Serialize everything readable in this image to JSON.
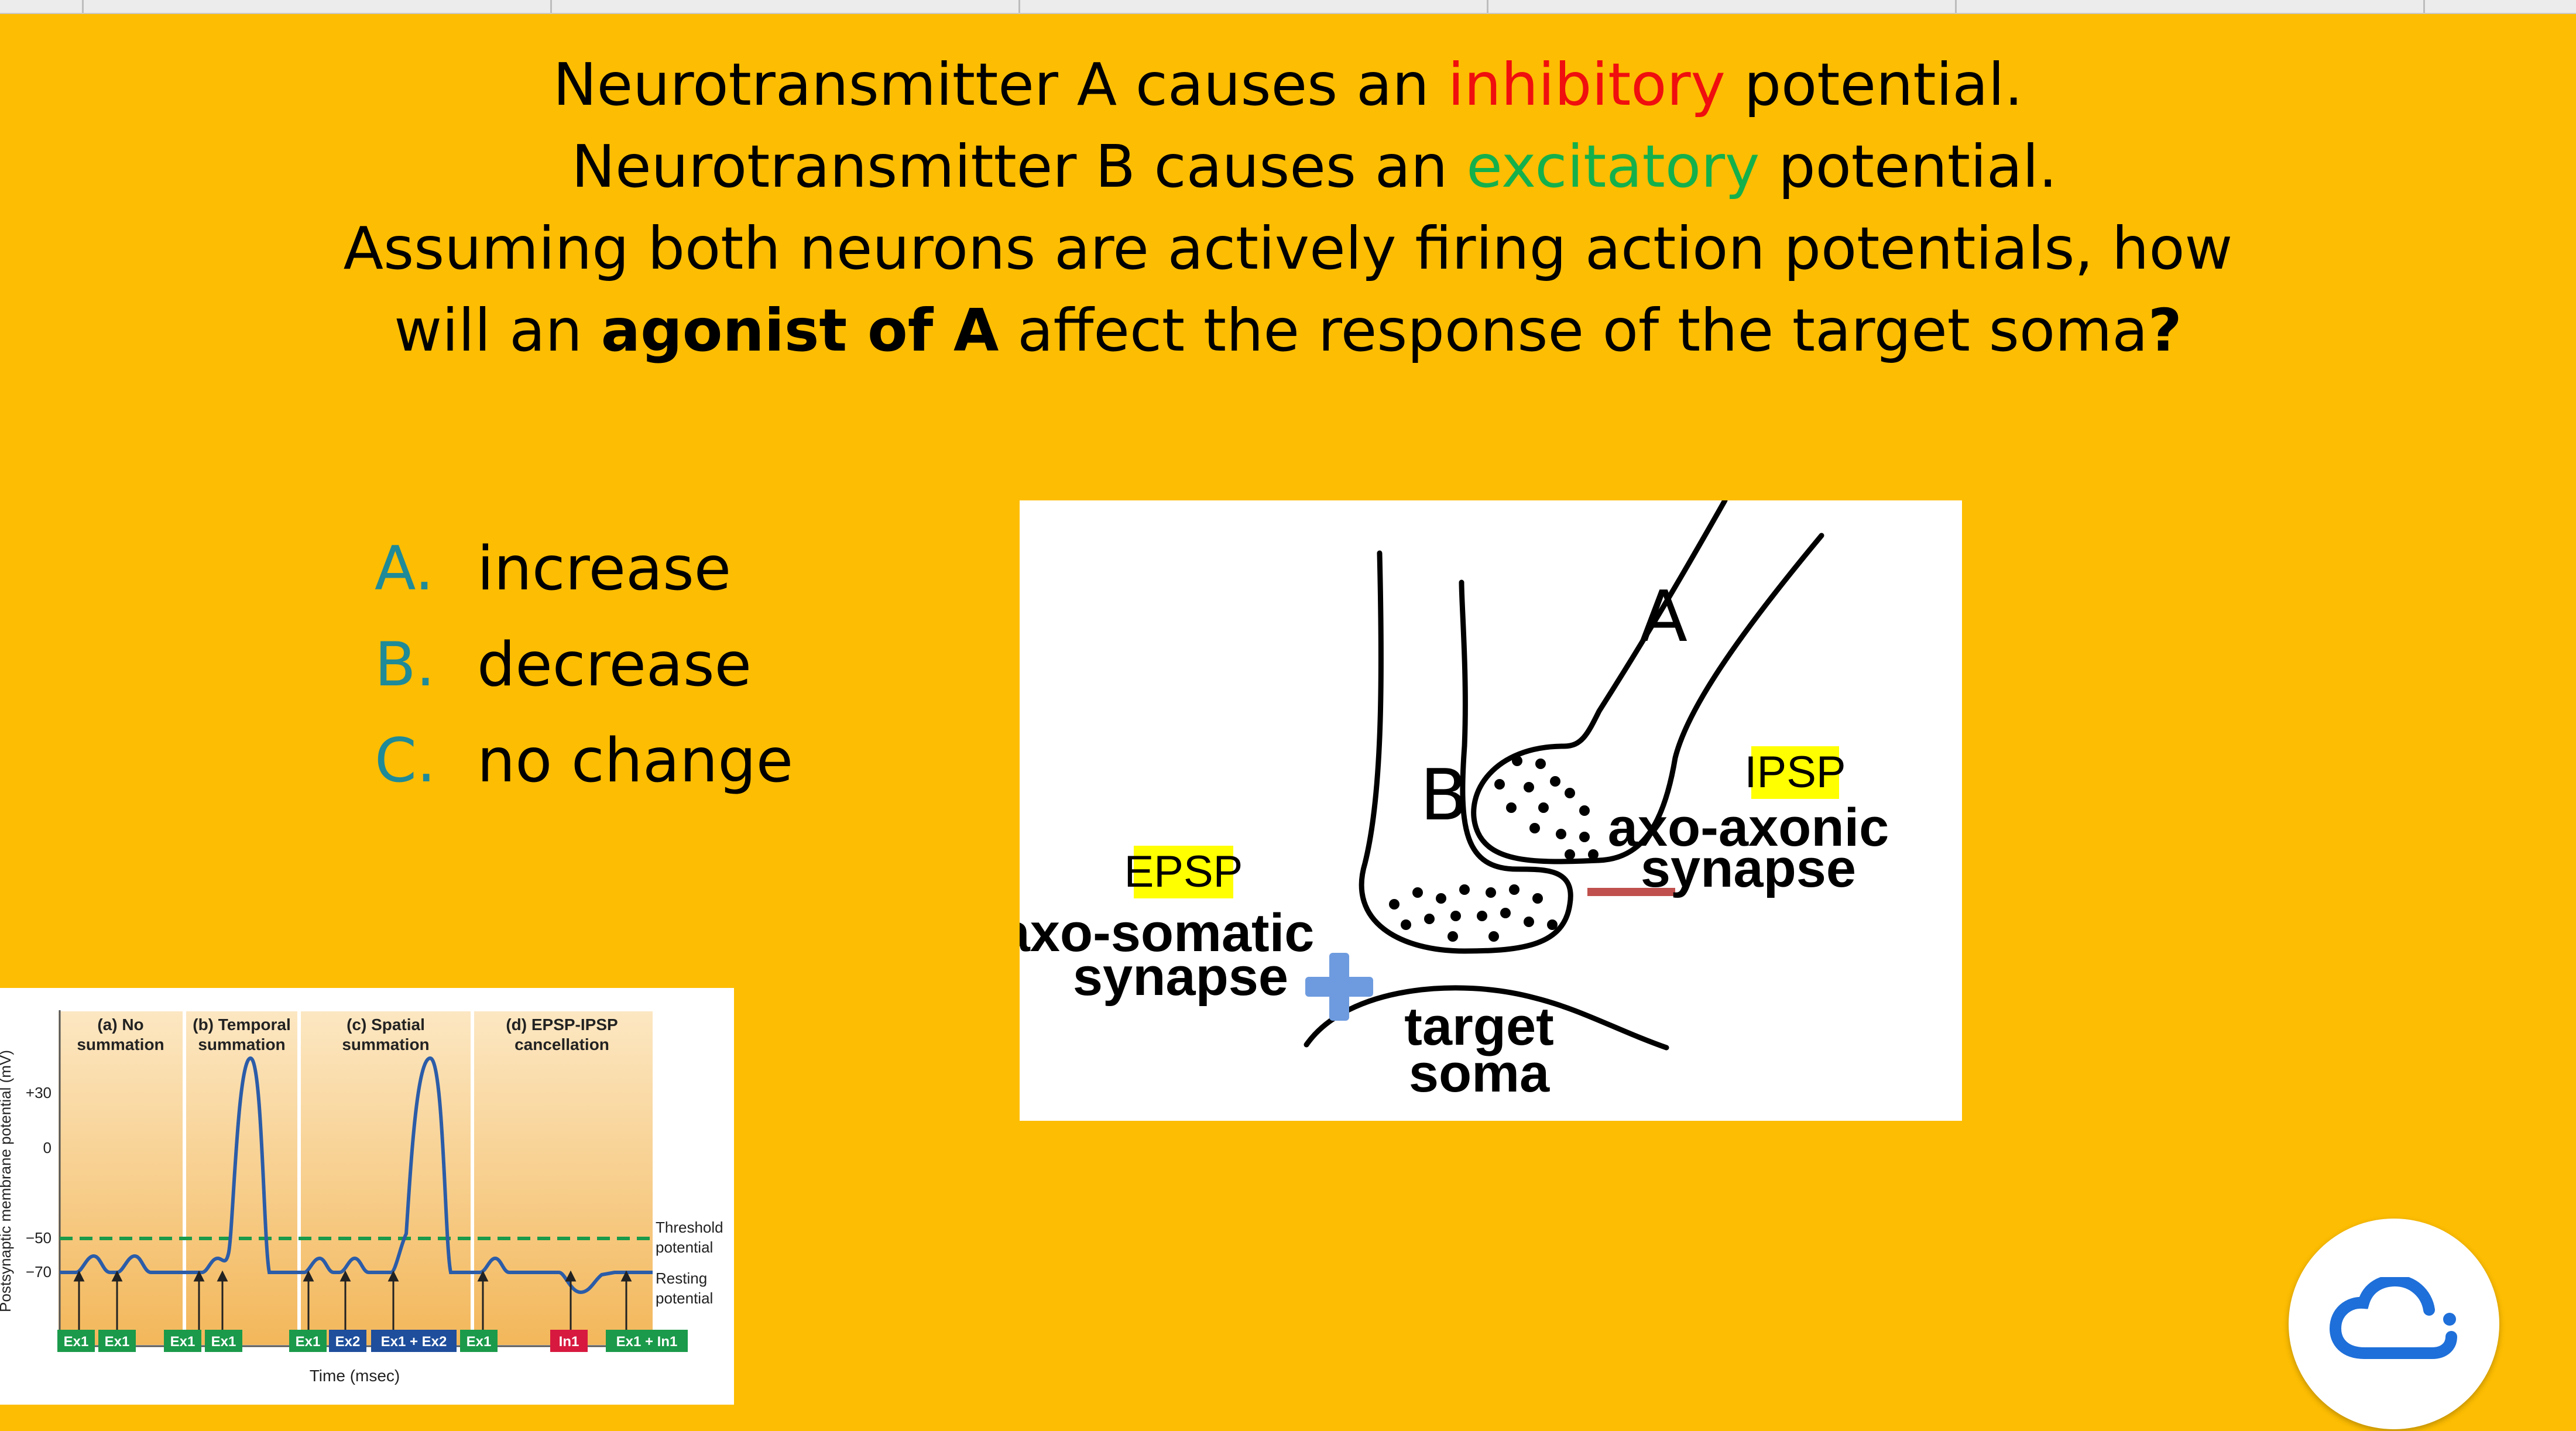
{
  "question": {
    "line1_pre": "Neurotransmitter A causes an ",
    "line1_colored": "inhibitory",
    "line1_post": " potential.",
    "line2_pre": "Neurotransmitter B causes an ",
    "line2_colored": "excitatory",
    "line2_post": " potential.",
    "line3": "Assuming both neurons are actively firing action potentials, how",
    "line4_pre": "will an ",
    "line4_bold": "agonist of A",
    "line4_post": " affect the response of the target soma",
    "line4_mark": "?"
  },
  "options": [
    {
      "letter": "A.",
      "text": "increase"
    },
    {
      "letter": "B.",
      "text": "decrease"
    },
    {
      "letter": "C.",
      "text": "no change"
    }
  ],
  "synapse_diagram": {
    "label_a": "A",
    "label_b": "B",
    "epsp": "EPSP",
    "ipsp": "IPSP",
    "axo_somatic_1": "axo-somatic",
    "axo_somatic_2": "synapse",
    "axo_axonic_1": "axo-axonic",
    "axo_axonic_2": "synapse",
    "target_1": "target",
    "target_2": "soma",
    "plus_color": "#6E9BDF",
    "minus_color": "#C0504D",
    "highlight_color": "#FFFF00"
  },
  "summation_chart": {
    "ylabel": "Postsynaptic membrane potential (mV)",
    "yticks": [
      "+30",
      "0",
      "−50",
      "−70"
    ],
    "xlabel": "Time (msec)",
    "panel_a": [
      "(a) No",
      "summation"
    ],
    "panel_b": [
      "(b) Temporal",
      "summation"
    ],
    "panel_c": [
      "(c) Spatial",
      "summation"
    ],
    "panel_d": [
      "(d) EPSP-IPSP",
      "cancellation"
    ],
    "threshold": [
      "Threshold",
      "potential"
    ],
    "resting": [
      "Resting",
      "potential"
    ],
    "stim_a": [
      "Ex1",
      "Ex1"
    ],
    "stim_b": [
      "Ex1",
      "Ex1"
    ],
    "stim_c": [
      "Ex1",
      "Ex2",
      "Ex1 + Ex2",
      "Ex1"
    ],
    "stim_d": [
      "In1",
      "Ex1 + In1"
    ],
    "ex_color": "#1A9A4A",
    "ex2_color": "#1E4E9C",
    "in_color": "#D7193F",
    "trace_color": "#2B5CA8",
    "threshold_color": "#1A9A4A"
  },
  "cloud_button": {
    "icon": "cloud-icon",
    "color": "#1E6FD9"
  }
}
